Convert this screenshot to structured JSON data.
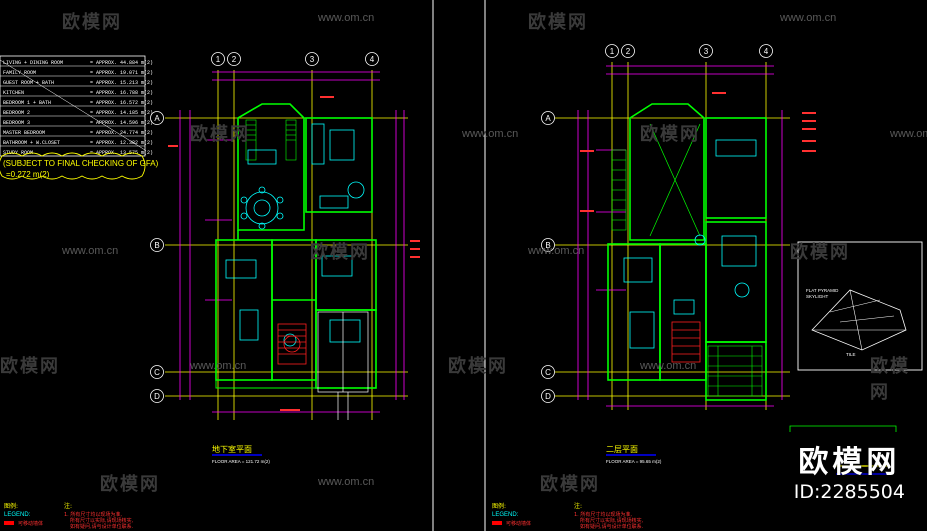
{
  "watermark": {
    "brand": "欧模网",
    "url": "www.om.cn",
    "id": "ID:2285504"
  },
  "left_plan": {
    "grid_numbers": [
      "1",
      "2",
      "3",
      "4"
    ],
    "grid_letters": [
      "A",
      "B",
      "C",
      "D"
    ],
    "area_table": [
      {
        "room": "LIVING + DINING ROOM",
        "value": "= APPROX. 44.884 m(2)"
      },
      {
        "room": "FAMILY ROOM",
        "value": "= APPROX. 19.071 m(2)"
      },
      {
        "room": "GUEST ROOM + BATH",
        "value": "= APPROX. 15.213 m(2)"
      },
      {
        "room": "KITCHEN",
        "value": "= APPROX. 16.788 m(2)"
      },
      {
        "room": "BEDROOM 1 + BATH",
        "value": "= APPROX. 16.572 m(2)"
      },
      {
        "room": "BEDROOM 2",
        "value": "= APPROX. 14.185 m(2)"
      },
      {
        "room": "BEDROOM 3",
        "value": "= APPROX. 14.596 m(2)"
      },
      {
        "room": "MASTER BEDROOM",
        "value": "= APPROX. 24.774 m(2)"
      },
      {
        "room": "BATHROOM + W.CLOSET",
        "value": "= APPROX. 12.382 m(2)"
      },
      {
        "room": "STUDY ROOM",
        "value": "= APPROX. 13.575 m(2)"
      }
    ],
    "cloud_line1": "(SUBJECT TO FINAL CHECKING OF GFA)",
    "cloud_line2": "=0.272 m(2)",
    "title": "地下室平面",
    "subtitle": "FLOOR AREA = 121.72 m(2)",
    "legend_title": "图例:",
    "legend_label": "LEGEND:",
    "legend_item": "可移动墙体",
    "notes_title": "注:",
    "notes": [
      "1. 所有尺寸均以现场为准,",
      "所有尺寸以实际,请现场核实,",
      "如有疑问,请与设计单位联系."
    ]
  },
  "right_plan": {
    "grid_numbers": [
      "1",
      "2",
      "3",
      "4"
    ],
    "grid_letters": [
      "A",
      "B",
      "C",
      "D"
    ],
    "title": "二层平面",
    "subtitle": "FLOOR AREA = 95.65 m(2)",
    "detail_label_1": "FLAT PYRAMID",
    "detail_label_2": "SKYLIGHT",
    "detail_label_3": "TILE",
    "legend_title": "图例:",
    "legend_label": "LEGEND:",
    "legend_item": "可移动墙体",
    "notes_title": "注:",
    "notes": [
      "1. 所有尺寸均以现场为准,",
      "所有尺寸以实际,请现场核实,",
      "如有疑问,请与设计单位联系."
    ]
  },
  "colors": {
    "background": "#000000",
    "wall": "#00ff00",
    "grid_line": "#ffff00",
    "dimension": "#ff00ff",
    "furniture": "#00ffff",
    "annotation": "#ff0000",
    "note": "#ffff00",
    "title": "#0000ff",
    "frame": "#ffffff"
  }
}
